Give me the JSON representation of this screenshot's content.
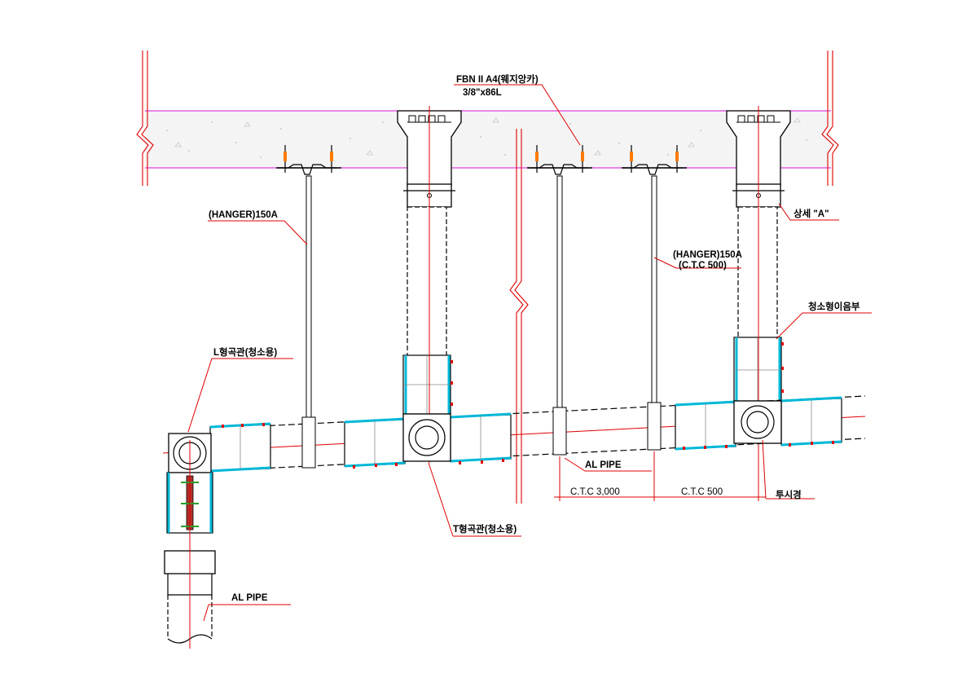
{
  "labels": {
    "anchor_line1": "FBN II A4(웨지앙카)",
    "anchor_line2": "3/8\"x86L",
    "hanger_left": "(HANGER)150A",
    "hanger_right_line1": "(HANGER)150A",
    "hanger_right_line2": "(C.T.C 500)",
    "detail_a": "상세 \"A\"",
    "cleanout": "청소형이음부",
    "l_elbow": "L형곡관(청소용)",
    "t_elbow": "T형곡관(청소용)",
    "al_pipe_mid": "AL PIPE",
    "al_pipe_bottom": "AL PIPE",
    "ctc_3000": "C.T.C 3,000",
    "ctc_500": "C.T.C 500",
    "sight_glass": "투시경"
  },
  "colors": {
    "slab_edge": "#e040e0",
    "leader": "#e00000",
    "centerline": "#e00000",
    "coupling": "#00b8d8",
    "line": "#000000",
    "bolt_core": "#ff7b00"
  }
}
